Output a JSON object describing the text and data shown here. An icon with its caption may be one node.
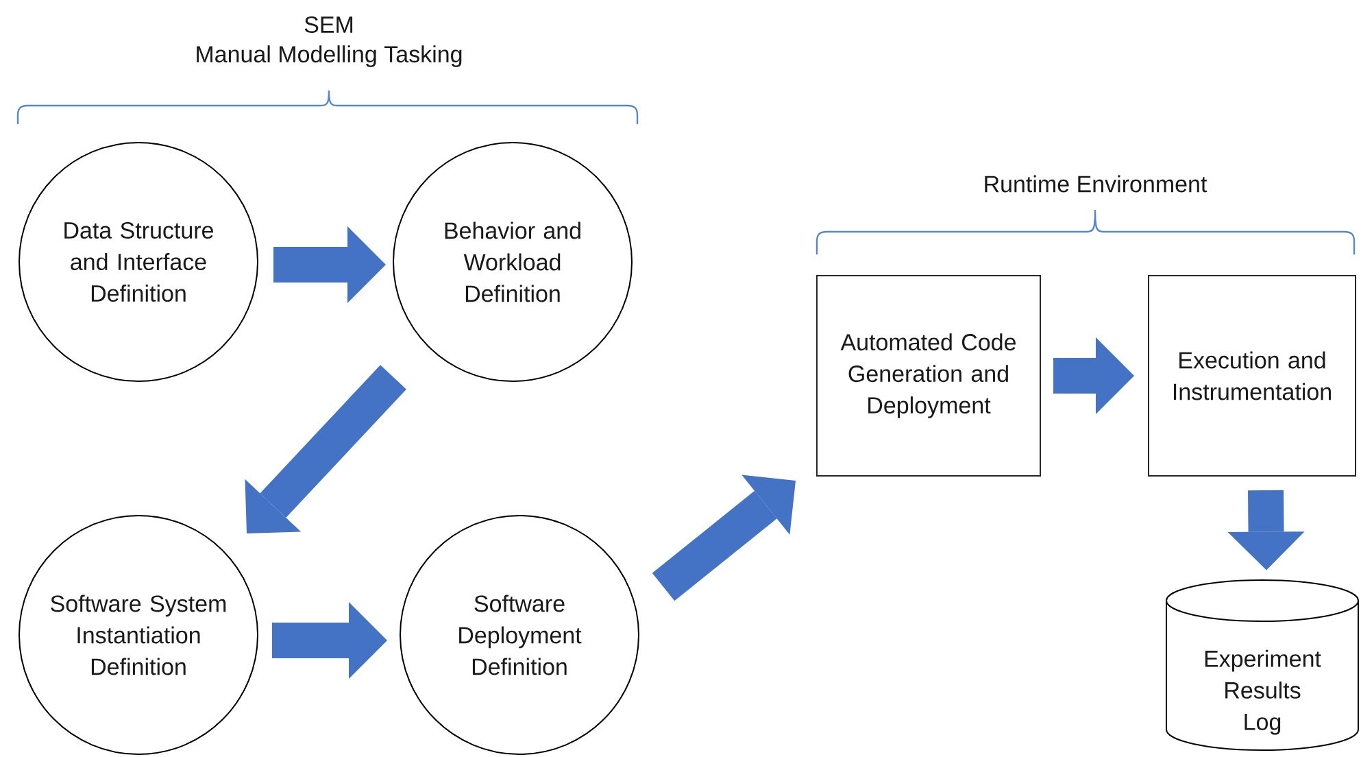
{
  "diagram": {
    "nodes": [
      {
        "text": [
          "Data Structure and Interface Definition"
        ]
      },
      {
        "text": [
          "Behavior and Workload Definition"
        ]
      },
      {
        "text": [
          "Software System Instantiation Definition"
        ]
      },
      {
        "text": [
          "Software Deployment Definition"
        ]
      },
      {
        "text": [
          "Automated Code Generation and Deployment"
        ]
      },
      {
        "text": [
          "Execution and Instrumentation"
        ]
      },
      {
        "text": [
          "Experiment Results Log"
        ]
      }
    ],
    "edges": [
      {
        "from": 0,
        "to": 1,
        "arrow": "to"
      },
      {
        "from": 1,
        "to": 2,
        "arrow": "to"
      },
      {
        "from": 2,
        "to": 3,
        "arrow": "to"
      },
      {
        "from": 3,
        "to": 4,
        "arrow": "to"
      },
      {
        "from": 4,
        "to": 5,
        "arrow": "to"
      },
      {
        "from": 5,
        "to": 6,
        "arrow": "to"
      }
    ],
    "labels": [
      "SEM",
      "Manual Modelling Tasking",
      "Runtime Environment"
    ]
  }
}
